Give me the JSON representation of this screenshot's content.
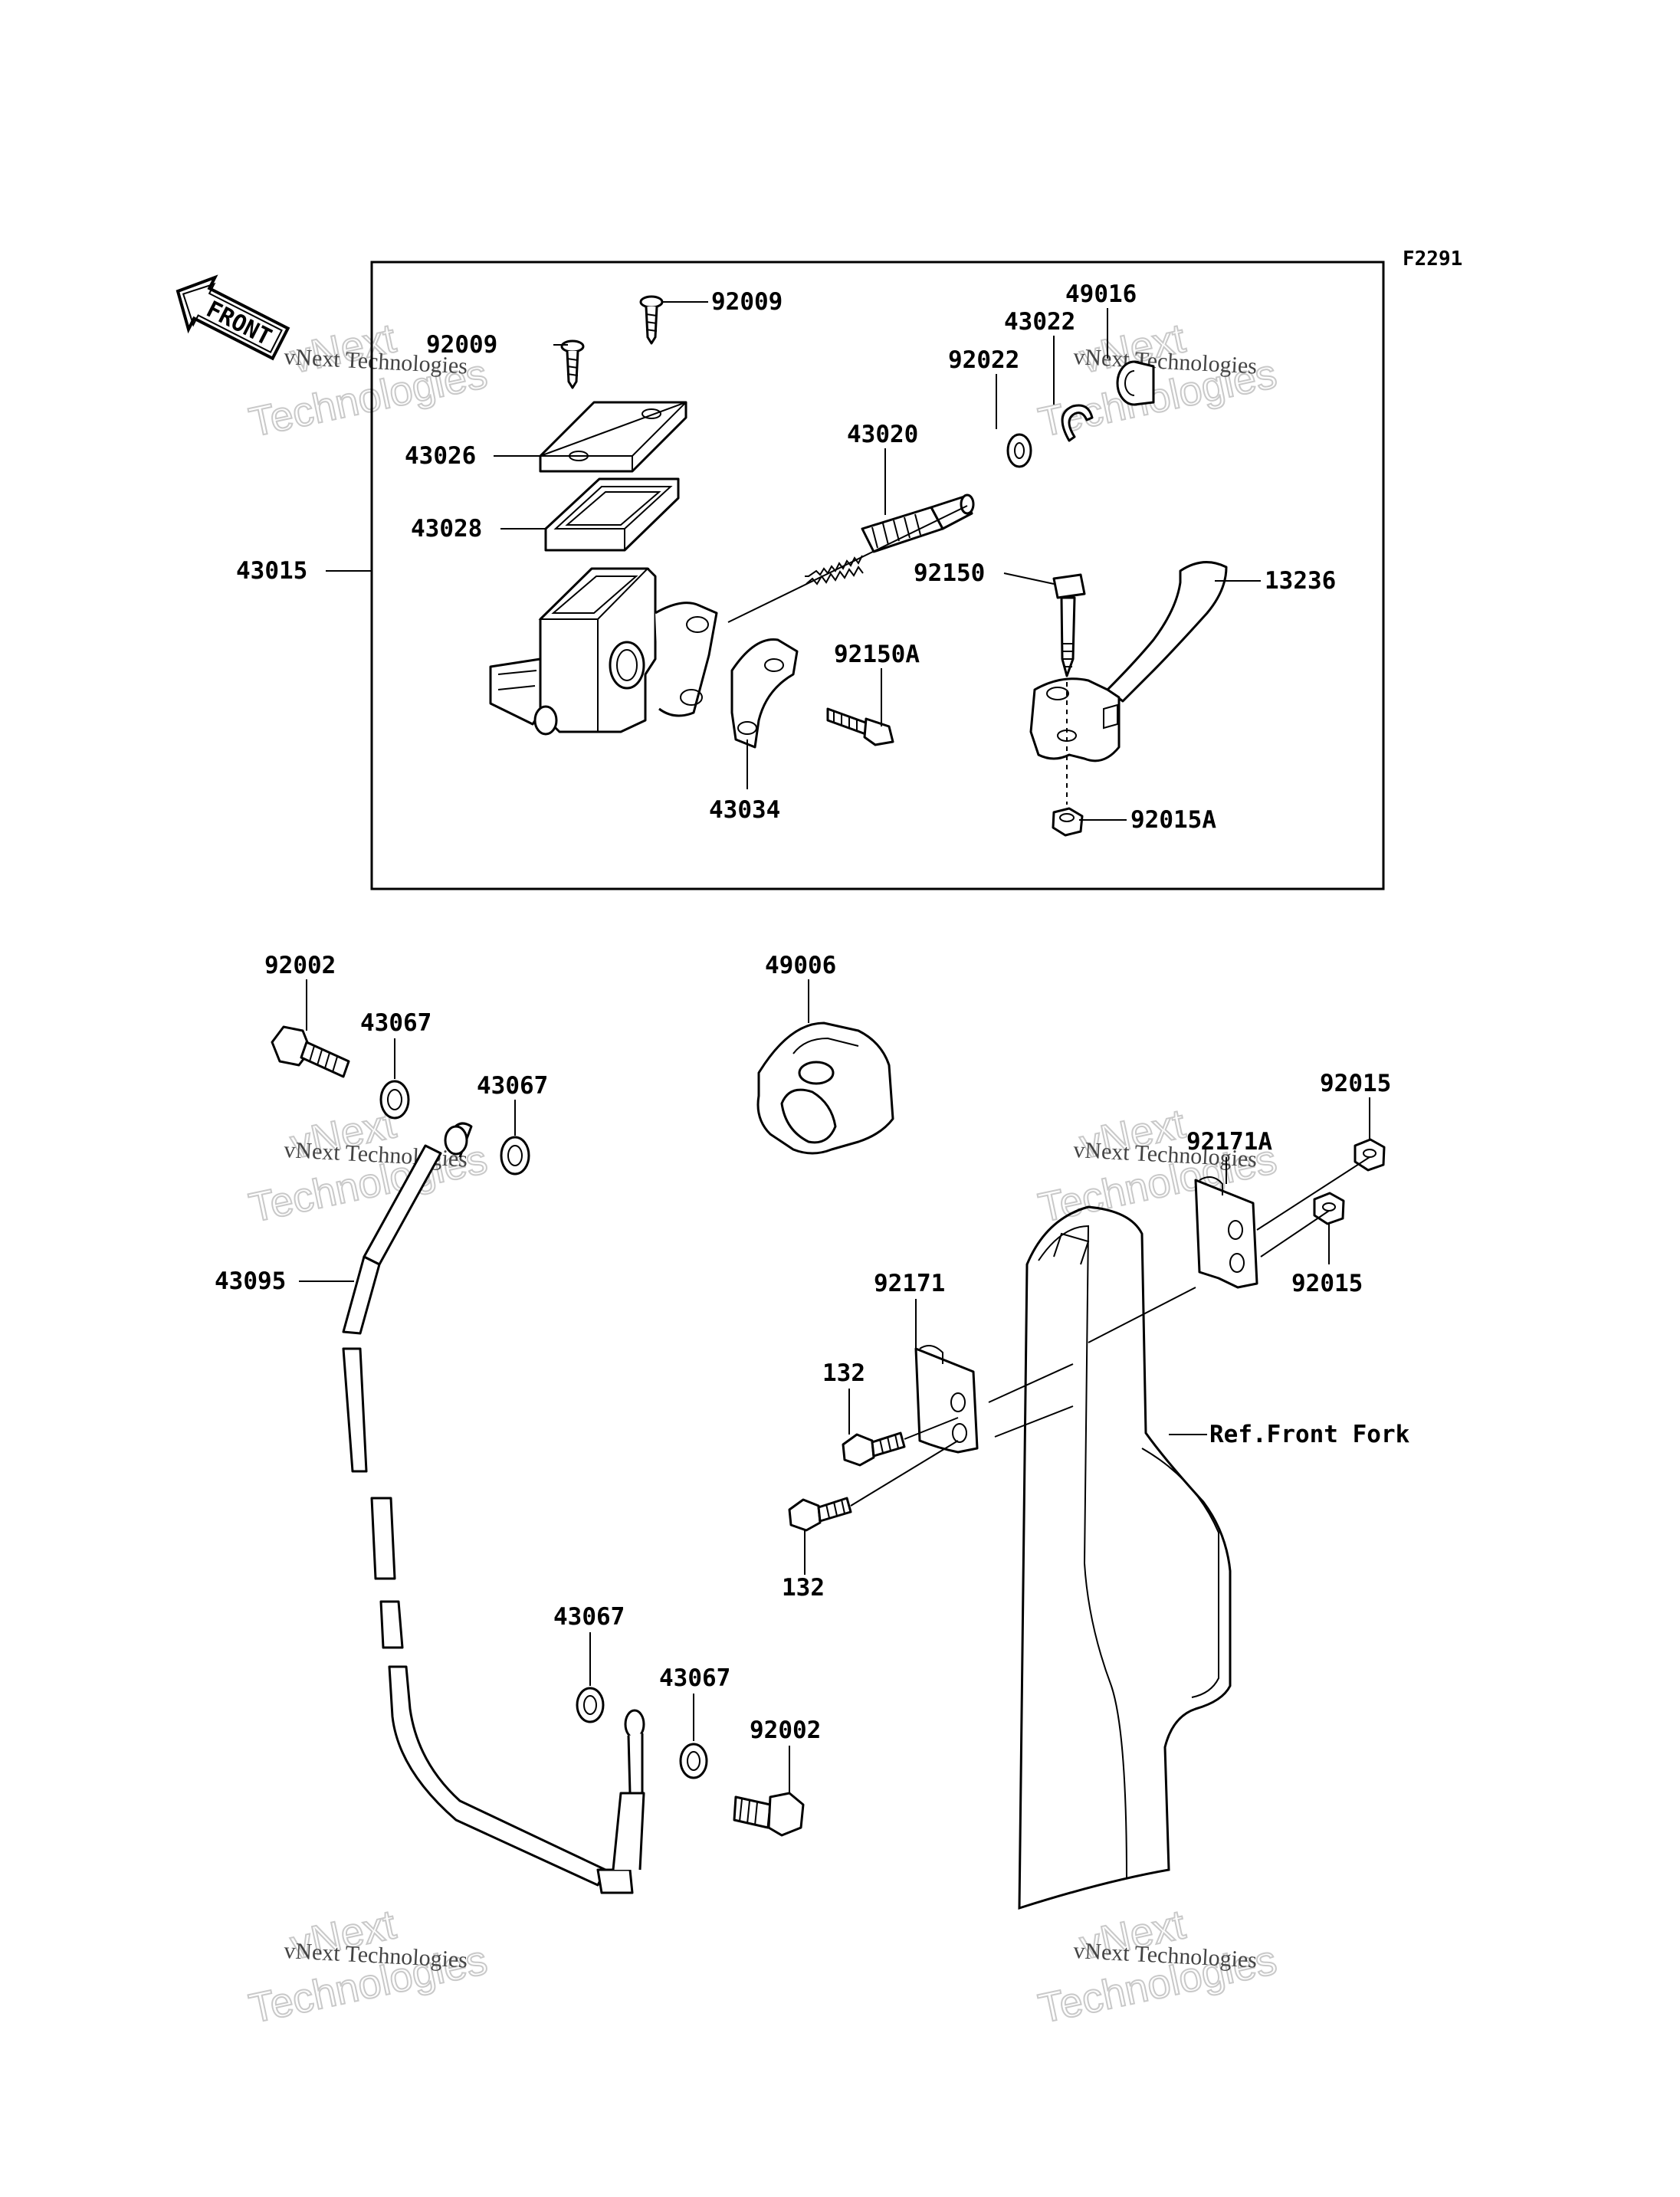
{
  "diagram_code": "F2291",
  "front_badge": "FRONT",
  "reference_label": "Ref.Front Fork",
  "watermark": {
    "brand": "vNext",
    "line2": "Technologies",
    "caption": "vNext Technologies"
  },
  "part_labels": [
    {
      "id": "l_92009a",
      "text": "92009"
    },
    {
      "id": "l_92009b",
      "text": "92009"
    },
    {
      "id": "l_43026",
      "text": "43026"
    },
    {
      "id": "l_43028",
      "text": "43028"
    },
    {
      "id": "l_43015",
      "text": "43015"
    },
    {
      "id": "l_43020",
      "text": "43020"
    },
    {
      "id": "l_92022",
      "text": "92022"
    },
    {
      "id": "l_43022",
      "text": "43022"
    },
    {
      "id": "l_49016",
      "text": "49016"
    },
    {
      "id": "l_92150",
      "text": "92150"
    },
    {
      "id": "l_13236",
      "text": "13236"
    },
    {
      "id": "l_92150A",
      "text": "92150A"
    },
    {
      "id": "l_43034",
      "text": "43034"
    },
    {
      "id": "l_92015A",
      "text": "92015A"
    },
    {
      "id": "l_92002a",
      "text": "92002"
    },
    {
      "id": "l_43067a",
      "text": "43067"
    },
    {
      "id": "l_43067b",
      "text": "43067"
    },
    {
      "id": "l_43095",
      "text": "43095"
    },
    {
      "id": "l_49006",
      "text": "49006"
    },
    {
      "id": "l_92015a",
      "text": "92015"
    },
    {
      "id": "l_92171A",
      "text": "92171A"
    },
    {
      "id": "l_92015b",
      "text": "92015"
    },
    {
      "id": "l_92171",
      "text": "92171"
    },
    {
      "id": "l_132a",
      "text": "132"
    },
    {
      "id": "l_132b",
      "text": "132"
    },
    {
      "id": "l_43067c",
      "text": "43067"
    },
    {
      "id": "l_43067d",
      "text": "43067"
    },
    {
      "id": "l_92002b",
      "text": "92002"
    }
  ]
}
